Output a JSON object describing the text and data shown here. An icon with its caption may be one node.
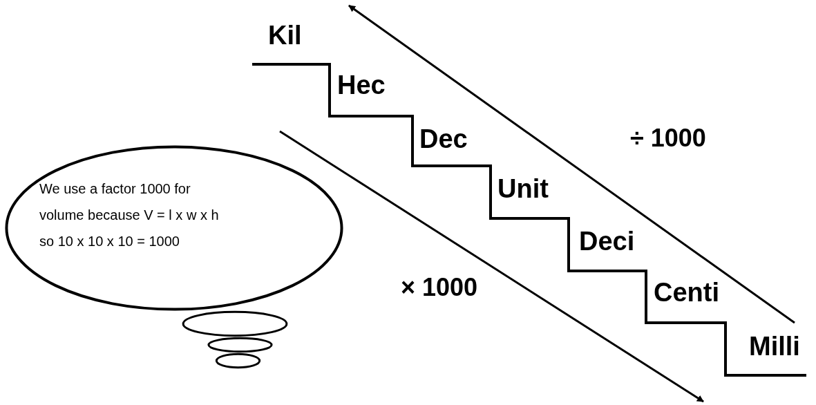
{
  "diagram": {
    "nodes": [
      {
        "text": [
          "We use a factor 1000 for volume because V = l x w x h so 10 x 10 x 10 = 1000"
        ]
      },
      {
        "text": [],
        "shape": "ellipse"
      },
      {
        "text": [],
        "shape": "ellipse"
      },
      {
        "text": [],
        "shape": "ellipse"
      }
    ],
    "edges": [],
    "labels": [
      "Kil",
      "Hec",
      "Dec",
      "÷ 1000",
      "Unit",
      "Deci",
      "× 1000",
      "Centi",
      "Milli"
    ]
  }
}
